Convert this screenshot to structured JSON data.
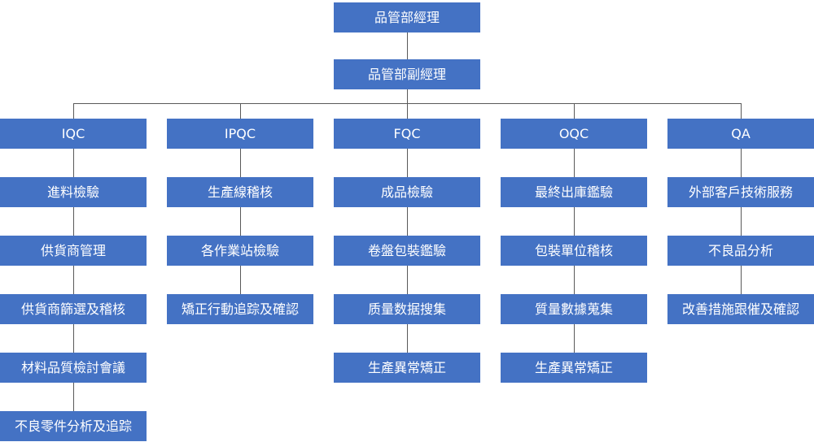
{
  "chart": {
    "root": "品管部經理",
    "deputy": "品管部副經理",
    "columns": [
      {
        "head": "IQC",
        "items": [
          "進料檢驗",
          "供貨商管理",
          "供貨商篩選及稽核",
          "材料品質檢討會議",
          "不良零件分析及追踪"
        ]
      },
      {
        "head": "IPQC",
        "items": [
          "生產線稽核",
          "各作業站檢驗",
          "矯正行動追踪及確認"
        ]
      },
      {
        "head": "FQC",
        "items": [
          "成品檢驗",
          "卷盤包裝鑑驗",
          "质量数据搜集",
          "生產異常矯正"
        ]
      },
      {
        "head": "OQC",
        "items": [
          "最終出庫鑑驗",
          "包裝單位稽核",
          "質量數據蒐集",
          "生產異常矯正"
        ]
      },
      {
        "head": "QA",
        "items": [
          "外部客戶技術服務",
          "不良品分析",
          "改善措施跟催及確認"
        ]
      }
    ]
  },
  "colors": {
    "node_fill": "#4472C4",
    "node_text": "#FFFFFF",
    "connector": "#595959",
    "background": "#FFFFFF"
  }
}
